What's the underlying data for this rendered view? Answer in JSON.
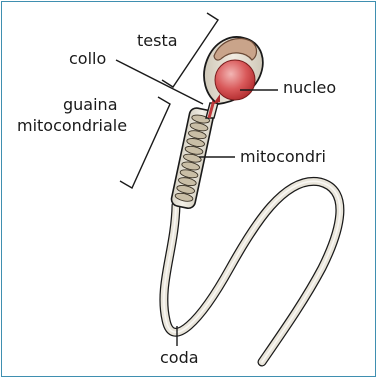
{
  "labels": {
    "testa": "testa",
    "collo": "collo",
    "guaina_line1": "guaina",
    "guaina_line2": "mitocondriale",
    "nucleo": "nucleo",
    "mitocondri": "mitocondri",
    "coda": "coda"
  },
  "colors": {
    "frame": "#3f8fb0",
    "nucleus": "#c0393b",
    "head_outer": "#ddd6c8",
    "acrosome": "#c9a48a",
    "tail": "#e6e2d6",
    "outline": "#1a1a1a"
  }
}
